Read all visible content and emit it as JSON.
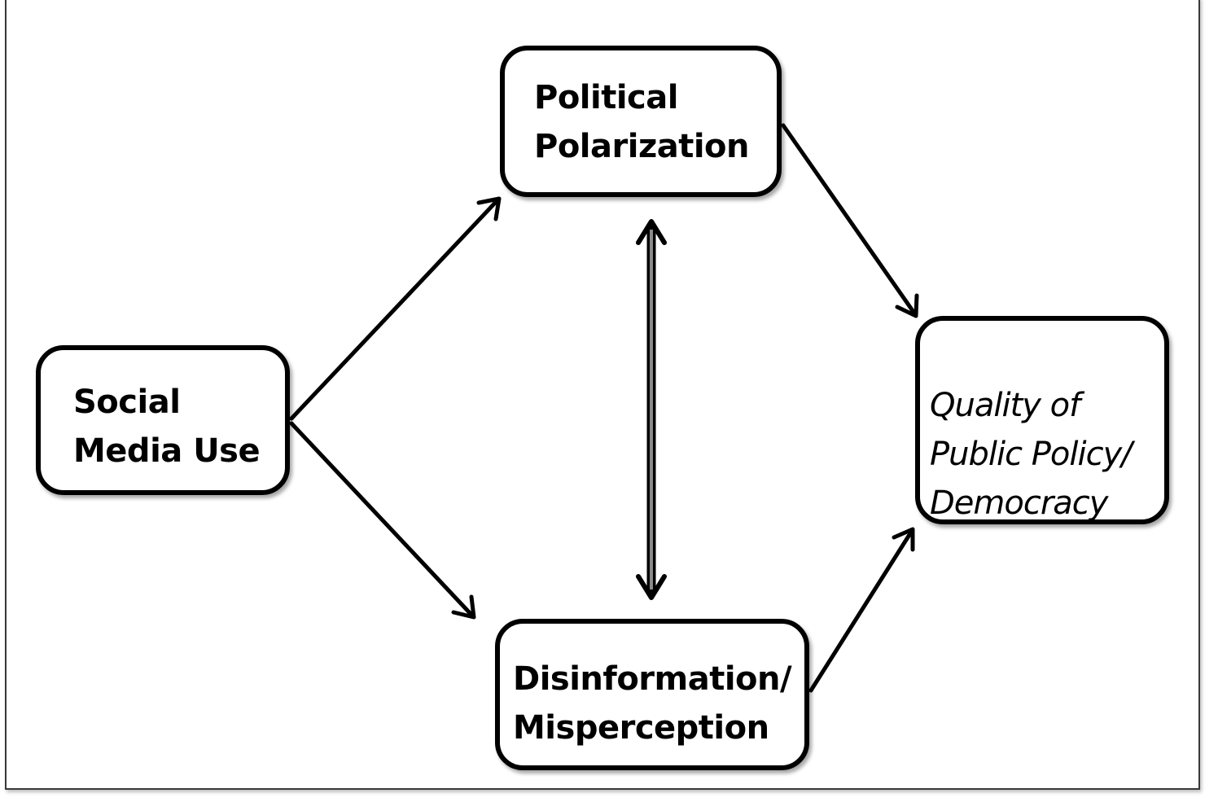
{
  "diagram": {
    "nodes": {
      "social_media_use": {
        "lines": [
          "Social",
          "Media Use"
        ]
      },
      "political_polarization": {
        "lines": [
          "Political",
          "Polarization"
        ]
      },
      "disinformation": {
        "lines": [
          "Disinformation/",
          "Misperception"
        ]
      },
      "quality_of_policy": {
        "lines": [
          "Quality of",
          "Public Policy/",
          "Democracy"
        ]
      }
    },
    "edges": [
      {
        "from": "social_media_use",
        "to": "political_polarization",
        "direction": "forward"
      },
      {
        "from": "social_media_use",
        "to": "disinformation",
        "direction": "forward"
      },
      {
        "from": "political_polarization",
        "to": "disinformation",
        "direction": "both"
      },
      {
        "from": "political_polarization",
        "to": "quality_of_policy",
        "direction": "forward"
      },
      {
        "from": "disinformation",
        "to": "quality_of_policy",
        "direction": "forward"
      }
    ],
    "colors": {
      "stroke": "#000000",
      "fill": "#ffffff",
      "double_arrow_inner": "#8a8a8a"
    }
  }
}
